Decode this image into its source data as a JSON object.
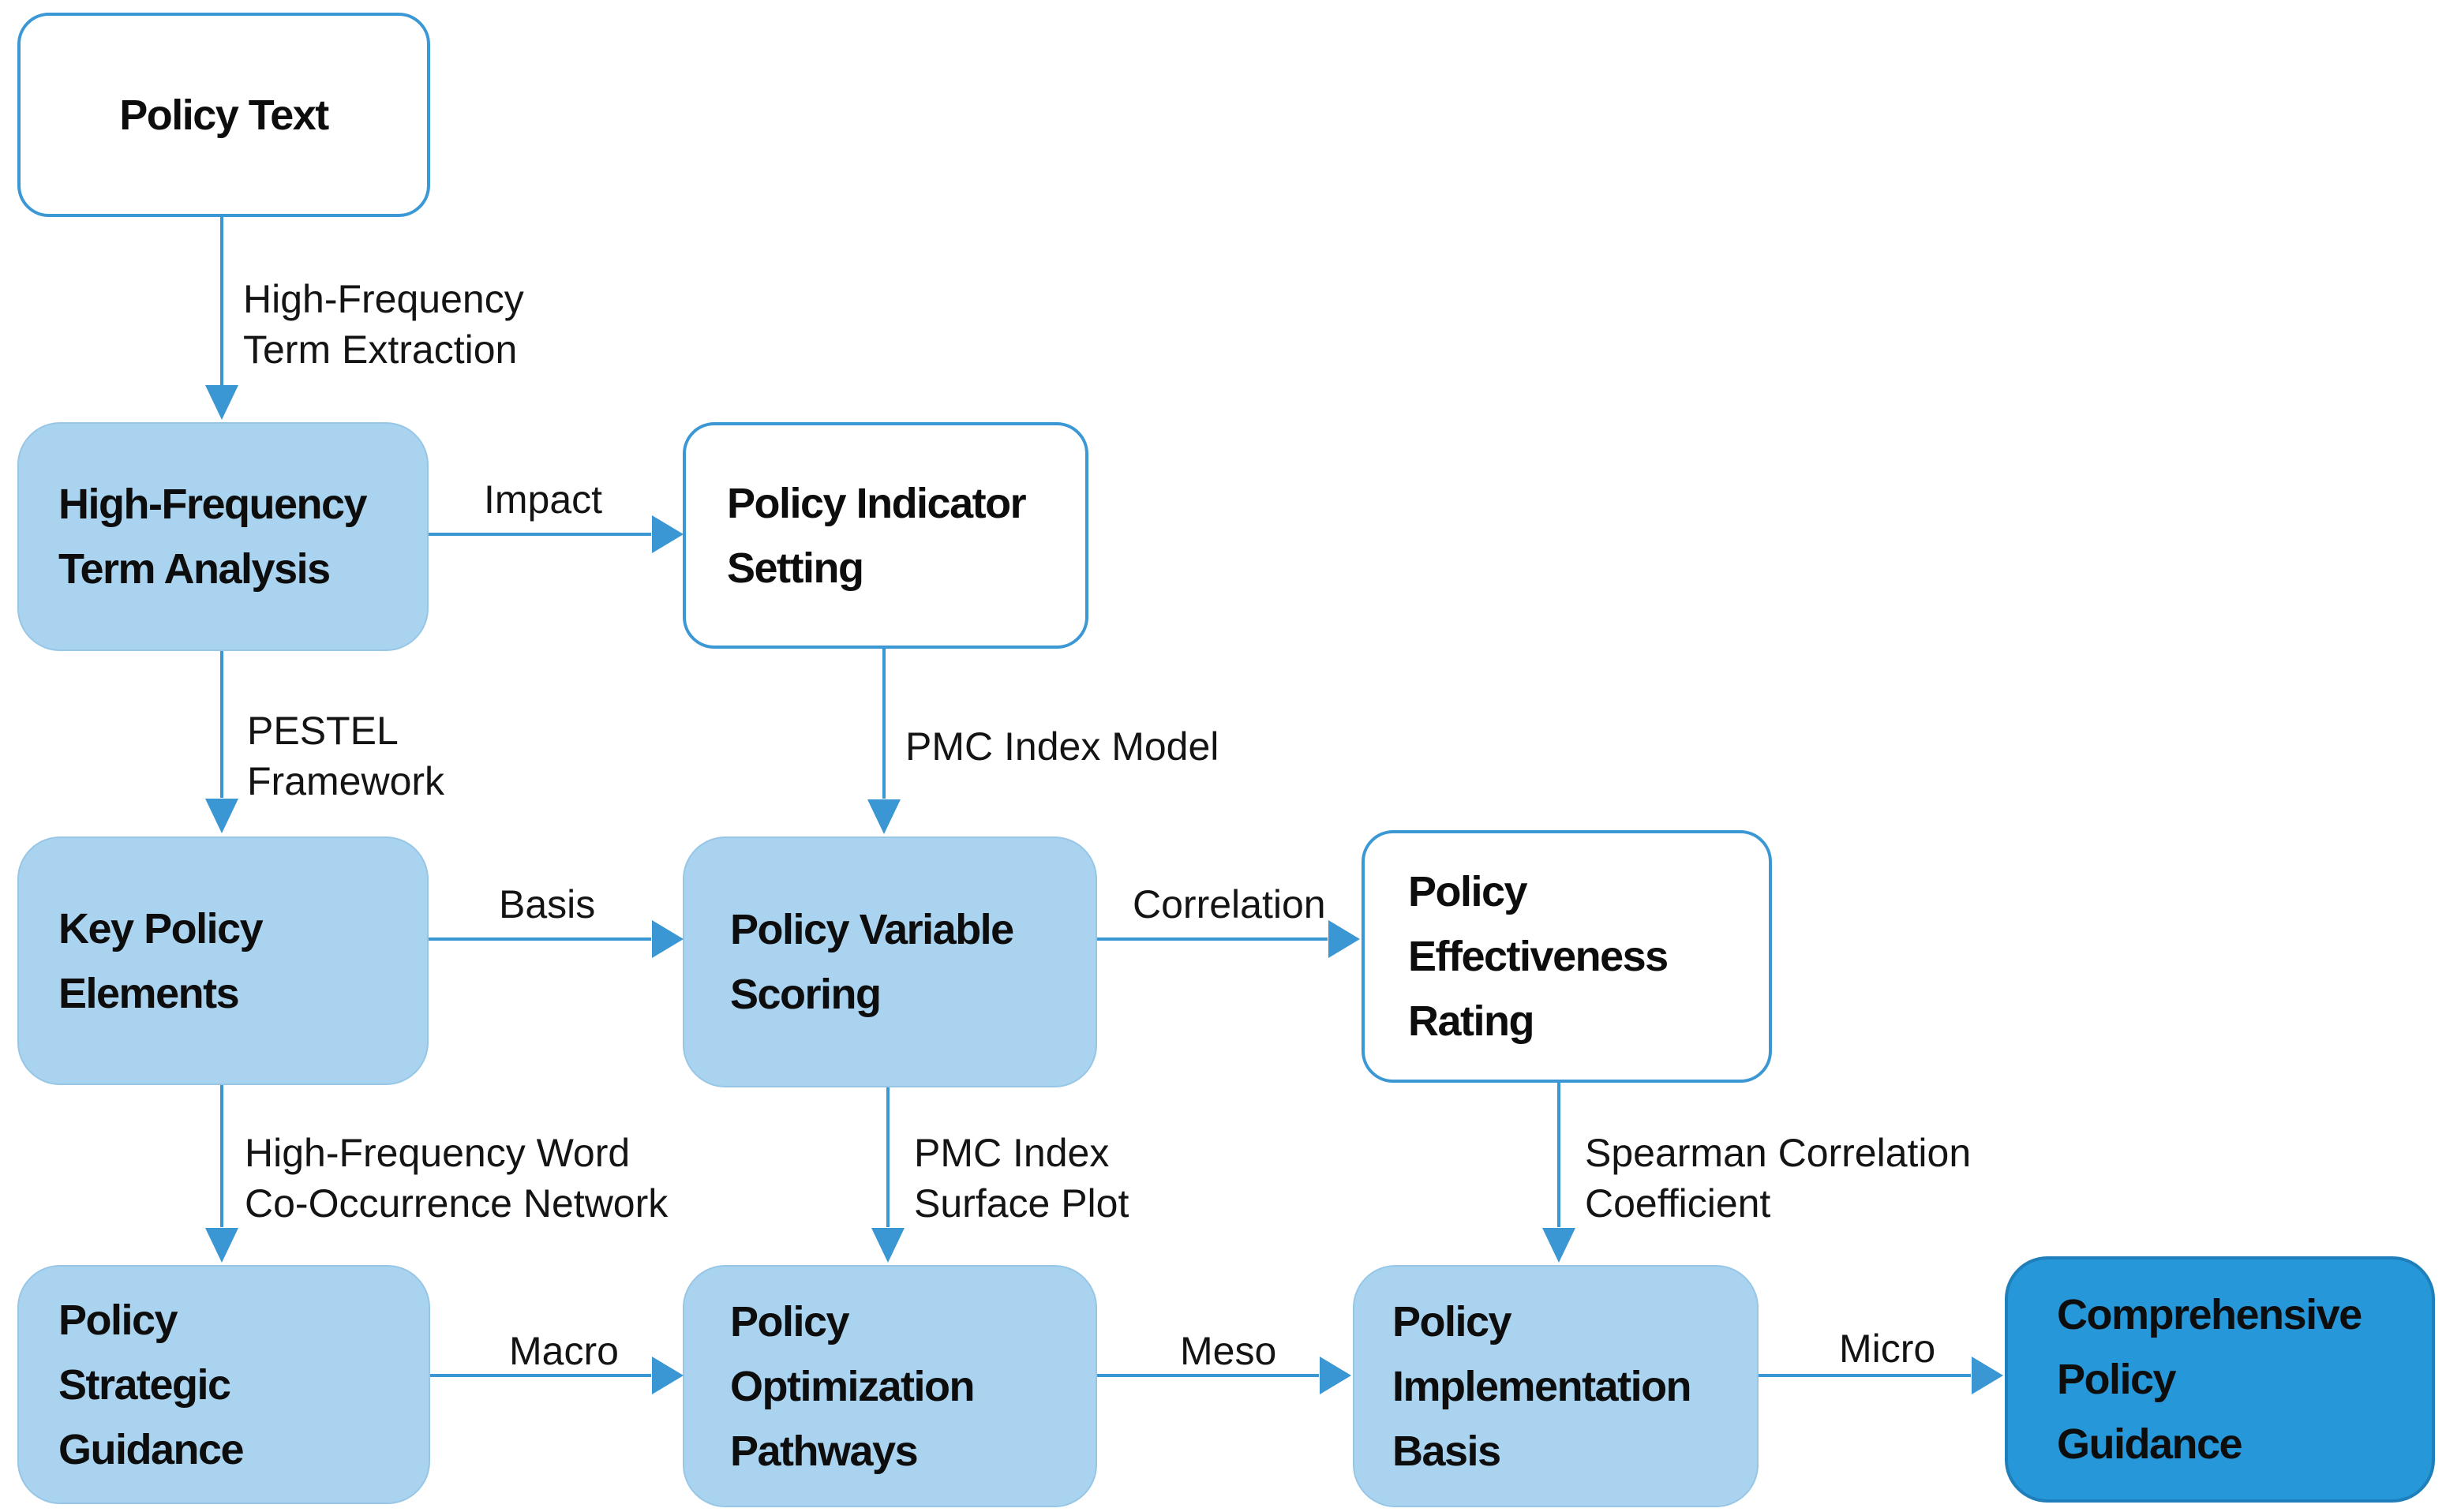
{
  "colors": {
    "light_node_fill": "#a9d3ef",
    "dark_node_fill": "#2697d8",
    "arrow_blue": "#3b97d4",
    "white_node_border": "#3c98d5",
    "text": "#111111"
  },
  "nodes": {
    "policy_text": "Policy Text",
    "term_analysis": "High-Frequency\nTerm Analysis",
    "indicator_setting": "Policy Indicator\nSetting",
    "key_elements": "Key Policy\nElements",
    "variable_scoring": "Policy Variable\nScoring",
    "effectiveness_rating": "Policy\nEffectiveness\nRating",
    "strategic_guidance": "Policy\nStrategic\nGuidance",
    "optimization_pathways": "Policy\nOptimization\nPathways",
    "implementation_basis": "Policy\nImplementation\nBasis",
    "comprehensive_guidance": "Comprehensive\nPolicy\nGuidance"
  },
  "edge_labels": {
    "term_extraction": "High-Frequency\nTerm Extraction",
    "impact": "Impact",
    "pestel": "PESTEL\nFramework",
    "pmc_index_model": "PMC Index Model",
    "basis": "Basis",
    "correlation": "Correlation",
    "cooccurrence": "High-Frequency Word\nCo-Occurrence Network",
    "pmc_surface": "PMC Index\nSurface Plot",
    "spearman": "Spearman Correlation\nCoefficient",
    "macro": "Macro",
    "meso": "Meso",
    "micro": "Micro"
  }
}
